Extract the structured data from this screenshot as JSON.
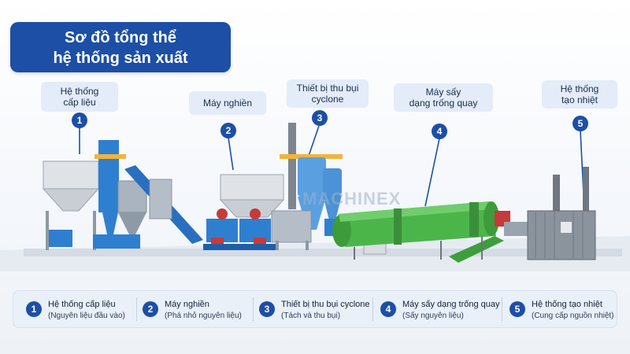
{
  "title": {
    "line1": "Sơ đồ tổng thể",
    "line2": "hệ thống sản xuất"
  },
  "callouts": [
    {
      "num": "1",
      "line1": "Hệ thống",
      "line2": "cấp liệu"
    },
    {
      "num": "2",
      "line1": "Máy nghiền",
      "line2": ""
    },
    {
      "num": "3",
      "line1": "Thiết bị thu bụi",
      "line2": "cyclone"
    },
    {
      "num": "4",
      "line1": "Máy sấy",
      "line2": "dạng trống quay"
    },
    {
      "num": "5",
      "line1": "Hệ thống",
      "line2": "tạo nhiệt"
    }
  ],
  "legend": [
    {
      "num": "1",
      "title": "Hệ thống cấp liệu",
      "sub": "(Nguyên liệu đầu vào)"
    },
    {
      "num": "2",
      "title": "Máy nghiền",
      "sub": "(Phá nhỏ nguyên liệu)"
    },
    {
      "num": "3",
      "title": "Thiết bị thu bụi cyclone",
      "sub": "(Tách và thu bụi)"
    },
    {
      "num": "4",
      "title": "Máy sấy dạng trống quay",
      "sub": "(Sấy nguyên liệu)"
    },
    {
      "num": "5",
      "title": "Hệ thống tạo nhiệt",
      "sub": "(Cung cấp nguồn nhiệt)"
    }
  ],
  "watermark": "MACHINEX",
  "colors": {
    "brand": "#1c4fa5",
    "callout_bg": "#e3ecf8",
    "drum": "#4cb54a",
    "machine_blue": "#2f7fd0"
  }
}
